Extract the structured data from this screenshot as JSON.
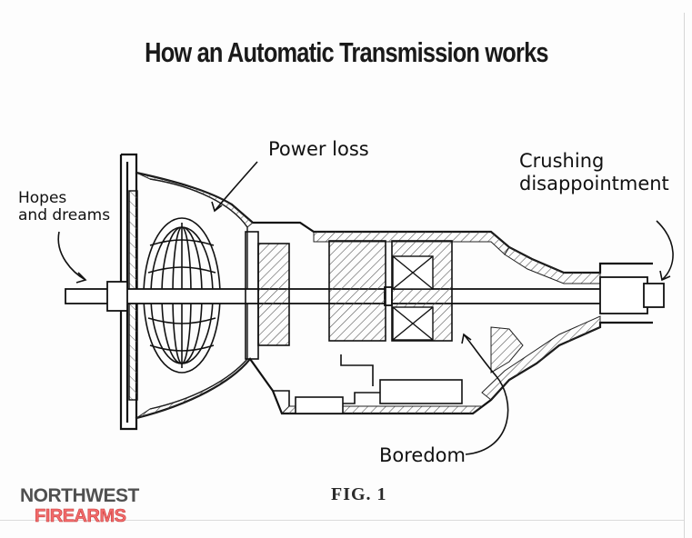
{
  "title": "How an Automatic Transmission works",
  "labels": {
    "hopes": [
      "Hopes",
      "and dreams"
    ],
    "power_loss": "Power loss",
    "crushing": [
      "Crushing",
      "disappointment"
    ],
    "boredom": "Boredom"
  },
  "figure_caption": "FIG. 1",
  "logo": {
    "line1": "NORTHWEST",
    "line2": "FIREARMS"
  },
  "colors": {
    "ink": "#111111",
    "logo_gray": "#505050",
    "logo_red": "#f36c6c"
  }
}
